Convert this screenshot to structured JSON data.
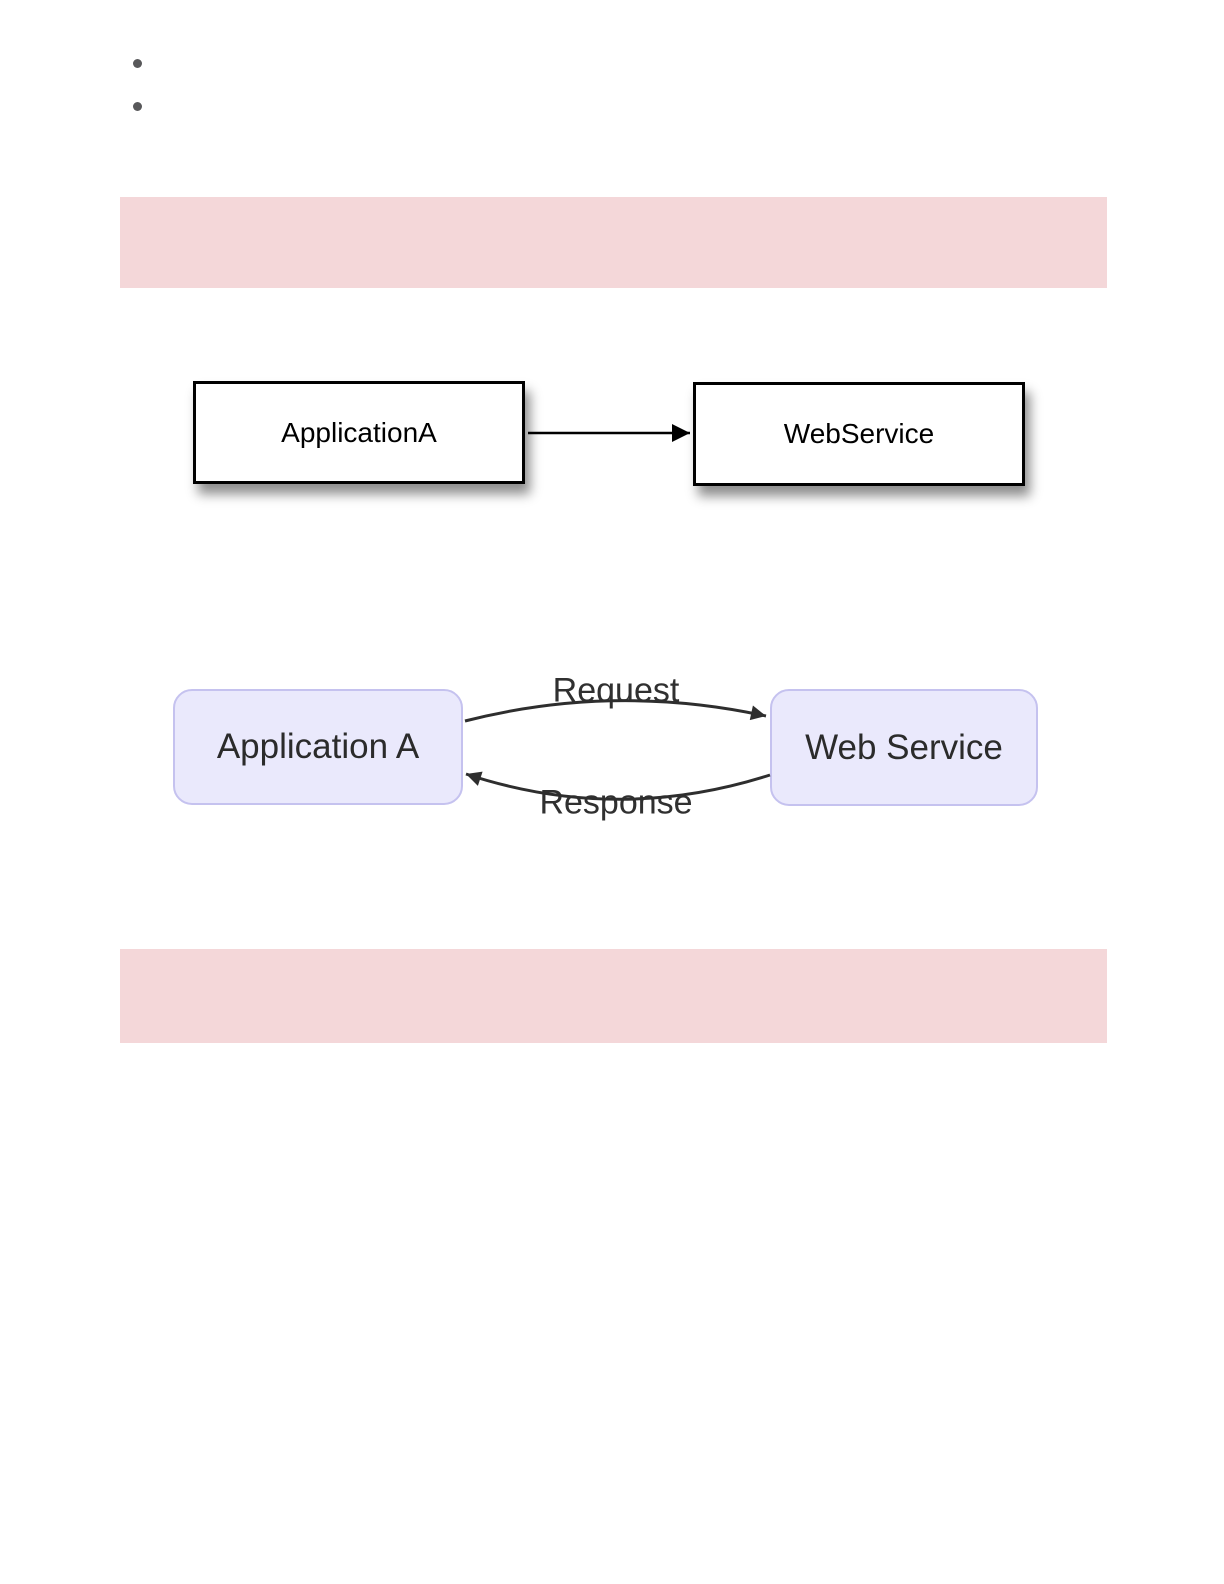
{
  "page": {
    "background_color": "#ffffff",
    "bullet_color": "#58585a",
    "band_color": "#f4d7d9"
  },
  "bullet_list": {
    "items": [
      "",
      ""
    ]
  },
  "flow_diagram": {
    "nodes": [
      {
        "id": "source",
        "label": "ApplicationA"
      },
      {
        "id": "target",
        "label": "WebService"
      }
    ],
    "connector": {
      "from": "ApplicationA",
      "to": "WebService",
      "style": "solid-black-arrow-right"
    },
    "node_fill_color": "#ffffff",
    "node_border_color": "#000000"
  },
  "request_response_diagram": {
    "nodes": [
      {
        "id": "client",
        "label": "Application A"
      },
      {
        "id": "service",
        "label": "Web Service"
      }
    ],
    "edges": [
      {
        "label": "Request",
        "from": "Application A",
        "to": "Web Service",
        "curve": "bows-up"
      },
      {
        "label": "Response",
        "from": "Web Service",
        "to": "Application A",
        "curve": "bows-down"
      }
    ],
    "node_fill_color": "#eae9fc",
    "node_border_color": "#c5c2ef",
    "arrow_color": "#2e2e2e"
  }
}
